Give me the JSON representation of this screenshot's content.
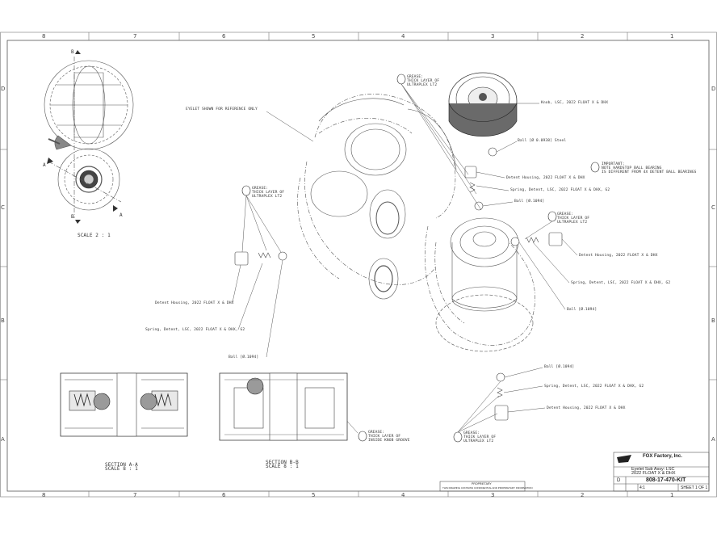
{
  "zones": {
    "top": [
      "8",
      "7",
      "6",
      "5",
      "4",
      "3",
      "2",
      "1"
    ],
    "bottom": [
      "8",
      "7",
      "6",
      "5",
      "4",
      "3",
      "2",
      "1"
    ],
    "left": [
      "D",
      "C",
      "B",
      "A"
    ],
    "right": [
      "D",
      "C",
      "B",
      "A"
    ]
  },
  "labels": {
    "eyelet_note": "EYELET SHOWN FOR REFERENCE ONLY",
    "grease": "GREASE:",
    "grease_thick": "THICK LAYER OF",
    "grease_ultraplex": "ULTRAPLEX LT2",
    "grease_inside": "INSIDE KNOB GROOVE",
    "knob": "Knob, LSC, 2022 FLOAT X & DHX",
    "ball_steel": "Ball [Ø 0.0938] Steel",
    "important_1": "IMPORTANT:",
    "important_2": "NOTE HARDSTOP BALL BEARING",
    "important_3": "IS DIFFERENT FROM 4X DETENT BALL BEARINGS",
    "detent_housing": "Detent Housing, 2022 FLOAT X & DHX",
    "spring": "Spring, Detent, LSC, 2022 FLOAT X & DHX, G2",
    "ball": "Ball [Ø.1094]",
    "detent_housing_left": "Detent Housing, 2022 FLOAT X & DHX",
    "spring_left": "Spring, Detent, LSC, 2022 FLOAT X & DHX, G2",
    "ball_left": "Ball [Ø.1094]",
    "scale_21": "SCALE 2 : 1",
    "section_aa": "SECTION A-A",
    "section_bb": "SECTION B-B",
    "scale_81": "SCALE 8 : 1",
    "sect_letter_a": "A",
    "sect_letter_b": "B"
  },
  "title_block": {
    "company": "FOX Factory, Inc.",
    "logo": "FOX",
    "title_1": "Eyelet Sub Assy: LSC",
    "title_2": "2022 FLOAT X & DHX",
    "size": "D",
    "part_number": "808-17-470-KIT",
    "scale": "4:1",
    "sheet": "SHEET 1 OF 1",
    "proprietary_head": "PROPRIETARY",
    "proprietary_text": "THIS DRAWING CONTAINS CONFIDENTIAL AND PROPRIETARY INFORMATION"
  }
}
